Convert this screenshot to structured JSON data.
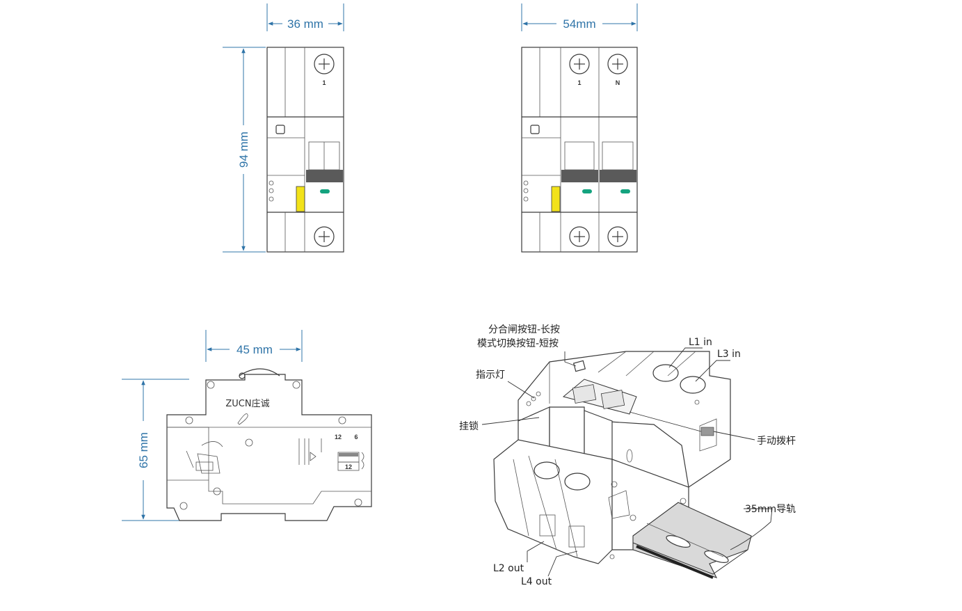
{
  "dimensions": {
    "front_single_width": "36 mm",
    "front_double_width": "54mm",
    "front_height": "94 mm",
    "side_width": "45 mm",
    "side_height": "65 mm"
  },
  "device_labels": {
    "terminal_1": "1",
    "terminal_n": "N",
    "side_brand": "ZUCN庄诚",
    "side_nums": [
      "12",
      "6"
    ],
    "side_box_num": "12"
  },
  "callouts": {
    "close_button": "分合闸按钮-长按",
    "mode_button": "模式切换按钮-短按",
    "indicator": "指示灯",
    "lock": "挂锁",
    "l1_in": "L1 in",
    "l3_in": "L3 in",
    "handle": "手动拨杆",
    "rail": "35mm导轨",
    "l2_out": "L2 out",
    "l4_out": "L4 out"
  },
  "colors": {
    "dimension": "#2f74a8",
    "lever_yellow": "#f2e21a",
    "led_green": "#14a37f",
    "handle_gray": "#555555"
  }
}
